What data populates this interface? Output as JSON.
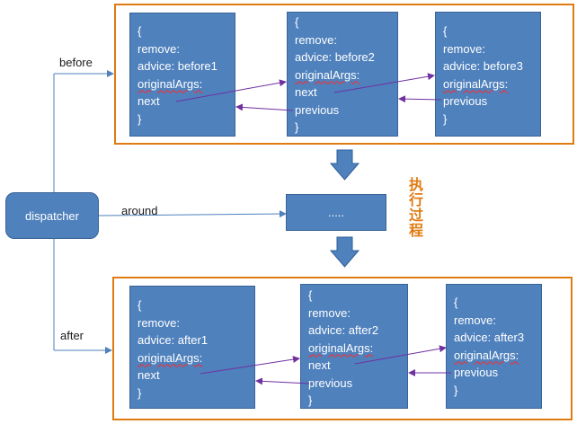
{
  "labels": {
    "before": "before",
    "around": "around",
    "after": "after",
    "dispatcher": "dispatcher",
    "ellipsis": ".....",
    "process": [
      "执",
      "行",
      "过",
      "程"
    ]
  },
  "before_nodes": [
    {
      "lines": [
        "{",
        "remove:",
        "advice: before1",
        "originalArgs:",
        "next",
        "}"
      ]
    },
    {
      "lines": [
        "{",
        "remove:",
        "advice: before2",
        "originalArgs:",
        "next",
        "previous",
        "}"
      ]
    },
    {
      "lines": [
        "{",
        "remove:",
        "advice: before3",
        "originalArgs:",
        "previous",
        "}"
      ]
    }
  ],
  "after_nodes": [
    {
      "lines": [
        "{",
        "remove:",
        "advice: after1",
        "originalArgs:",
        "next",
        "}"
      ]
    },
    {
      "lines": [
        "{",
        "remove:",
        "advice: after2",
        "originalArgs:",
        "next",
        "previous",
        "}"
      ]
    },
    {
      "lines": [
        "{",
        "remove:",
        "advice: after3",
        "originalArgs:",
        "previous",
        "}"
      ]
    }
  ],
  "colors": {
    "box_fill": "#4f81bd",
    "group_border": "#e07b12",
    "connector": "#4f81bd",
    "link_arrow": "#7030a0",
    "flow_arrow": "#2e5f99",
    "process_text": "#e07b12",
    "spellcheck_underline": "#ff2a2a"
  }
}
